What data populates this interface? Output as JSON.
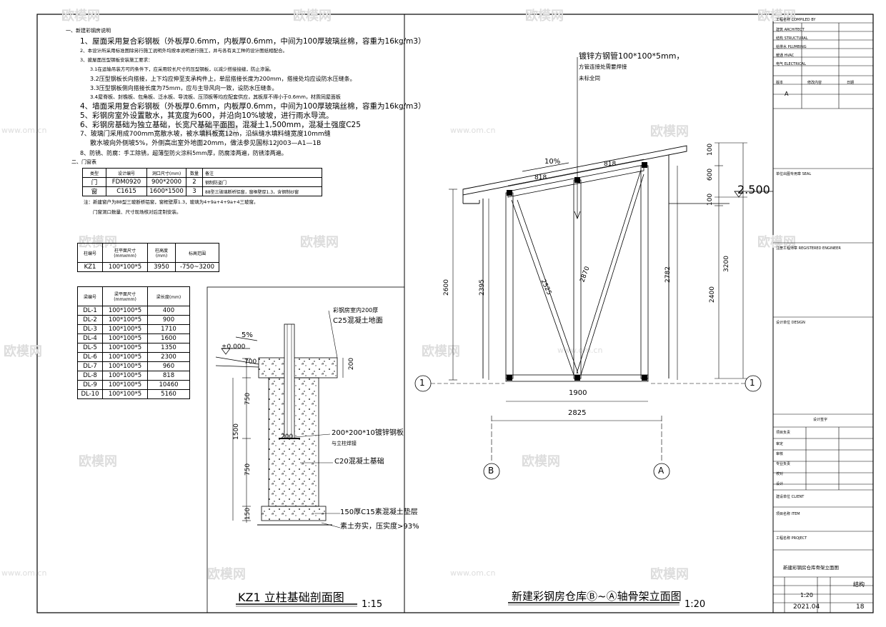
{
  "notes": {
    "heading": "一、新建彩钢房说明",
    "items": [
      "1、屋面采用复合彩钢板（外板厚0.6mm，内板厚0.6mm，中间为100厚玻璃丝棉，容重为16kg/m3）",
      "2、本设计所采用标准图除另行施工说明外均按本说明进行施工，并与各有关工种的设计图纸相配合。",
      "3、披屋面压型钢板安装施工要求：",
      "3.1在运输吊装方可的条件下，应采用较长尺寸的压型钢板，以减少搭接接缝，防止渗漏。",
      "3.2压型钢板长向搭接，上下均应伸至支承构件上，单层搭接长度为200mm，搭接处均应设防水压缝条。",
      "3.3压型钢板侧向搭接长度为75mm，应与主导风向一致，设防水压缝条。",
      "3.4屋脊板、封檐板、包角板、泛水板、导流板、压顶板等均应配套供应，其板厚不得小于0.6mm，材质同屋面板",
      "4、墙面采用复合彩钢板（外板厚0.6mm，内板厚0.6mm，中间为100厚玻璃丝棉，容重为16kg/m3）",
      "5、彩钢房室外设置散水，其宽度为600，并沿向10%坡坡，进行雨水导流。",
      "6、彩钢房基础为独立基础，长宽尺基础平面图，混凝土1,500mm，混凝土强度C25",
      "7、玻璃门采用成700mm宽散水坡，被水填料板宽12m，沿纵缝水填料缝宽度10mm缝",
      "散水坡向外侧坡5%，外侧高出室外地面20mm，做法参见国标12J003—A1—1B",
      "8、防锈、防腐：手工除锈，超薄型防火涂料5mm厚，防腐漆两遍，防锈漆两遍。"
    ]
  },
  "door_window": {
    "heading": "二、门窗表",
    "headers": [
      "类型",
      "设计编号",
      "洞口尺寸(mm)",
      "数量",
      "备注"
    ],
    "rows": [
      [
        "门",
        "FDM0920",
        "900*2000",
        "2",
        "钢制防盗门"
      ],
      [
        "窗",
        "C1615",
        "1600*1500",
        "3",
        "88型三玻璃断桥铝窗，窗框壁厚1.3，含钢制纱窗"
      ]
    ],
    "note1": "注：新建窗户为88型三玻断桥铝窗，窗框壁厚1.3，玻璃为4+9a+4+9a+4三玻窗。",
    "note2": "门窗洞口数量、尺寸现场核对后定制安装。"
  },
  "column_table": {
    "headers": [
      "柱编号",
      "柱平面尺寸(mmxmm)",
      "柱高度(mm)",
      "标高范围"
    ],
    "rows": [
      [
        "KZ1",
        "100*100*5",
        "3950",
        "-750~3200"
      ]
    ]
  },
  "beam_table": {
    "headers": [
      "梁编号",
      "梁平面尺寸(mmxmm)",
      "梁长度(mm)"
    ],
    "rows": [
      [
        "DL-1",
        "100*100*5",
        "400"
      ],
      [
        "DL-2",
        "100*100*5",
        "900"
      ],
      [
        "DL-3",
        "100*100*5",
        "1710"
      ],
      [
        "DL-4",
        "100*100*5",
        "1600"
      ],
      [
        "DL-5",
        "100*100*5",
        "1350"
      ],
      [
        "DL-6",
        "100*100*5",
        "2300"
      ],
      [
        "DL-7",
        "100*100*5",
        "960"
      ],
      [
        "DL-8",
        "100*100*5",
        "818"
      ],
      [
        "DL-9",
        "100*100*5",
        "10460"
      ],
      [
        "DL-10",
        "100*100*5",
        "5160"
      ]
    ]
  },
  "section": {
    "title": "KZ1 立柱基础剖面图",
    "scale": "1:15",
    "label_slab1": "彩钢房室内200厚",
    "label_slab2": "C25混凝土地面",
    "label_plate1": "200*200*10镀锌钢板",
    "label_plate2": "与立柱焊接",
    "label_found": "C20混凝土基础",
    "label_cushion": "150厚C15素混凝土垫层",
    "label_soil": "素土夯实，压实度>93%",
    "slope": "5%",
    "elev": "±0.000",
    "dims": {
      "d700": "700",
      "d200": "200",
      "d750a": "750",
      "d1500": "1500",
      "d750b": "750",
      "d150": "150",
      "d200b": "200"
    }
  },
  "elevation": {
    "title": "新建彩钢房仓库Ⓑ~Ⓐ轴骨架立面图",
    "scale": "1:20",
    "note1": "镀锌方钢管100*100*5mm，",
    "note2": "方管连接处需要焊接",
    "note3": "未标全同",
    "slope": "10%",
    "elev": "2.500",
    "dims": {
      "d818a": "818",
      "d818b": "818",
      "d2600": "2600",
      "d2395": "2395",
      "d2525": "2525",
      "d2870": "2870",
      "d2782": "2782",
      "d3200": "3200",
      "d2400": "2400",
      "d100a": "100",
      "d600": "600",
      "d100b": "100",
      "d1900": "1900",
      "d2825": "2825"
    },
    "axis_1": "1",
    "axis_b": "B",
    "axis_a": "A"
  },
  "title_block": {
    "r1": "工程名称 COMPILED BY",
    "r2": "建筑 ARCHITECT",
    "r3": "结构 STRUCTURAL",
    "r4": "给排水 PLUMBING",
    "r5": "暖通 HVAC",
    "r6": "电气 ELECTRICAL",
    "rev_no": "版本",
    "rev_content": "修改内容",
    "rev_date": "日期",
    "rev_val": "A",
    "seal": "单位出图专用章 SEAL",
    "reg_eng": "注册工程师章 REGISTERED ENGINEER",
    "design": "设计单位 DESIGN",
    "sign_head": "设计签字",
    "s1": "项目负责",
    "s2": "审定",
    "s3": "审核",
    "s4": "专业负责",
    "s5": "校对",
    "s6": "设计",
    "client": "建设单位 CLIENT",
    "item": "项目名称 ITEM",
    "project": "工程名称 PROJECT",
    "drawing_name": "新建彩钢房仓库骨架立面图",
    "scale_val": "1:20",
    "date_val": "2021.04",
    "sheet_val": "18",
    "major_val": "结构"
  },
  "watermark": {
    "brand": "欧模网",
    "url": "www.om.cn"
  }
}
